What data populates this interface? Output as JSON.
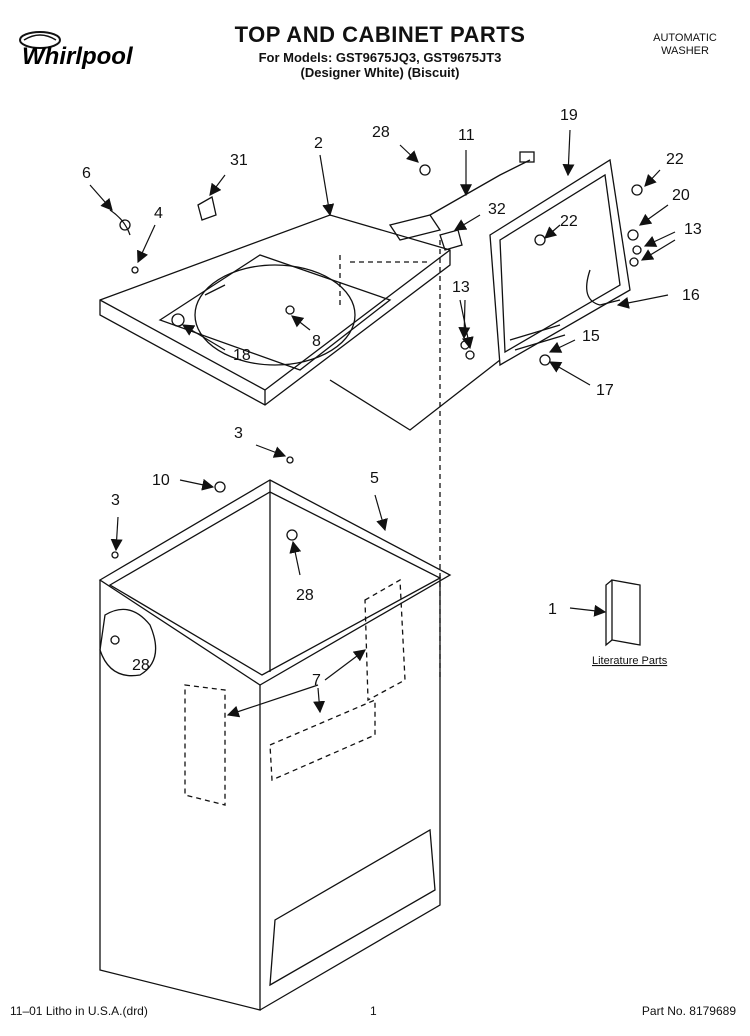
{
  "header": {
    "brand": "Whirlpool",
    "title": "TOP AND CABINET PARTS",
    "models_line": "For Models: GST9675JQ3, GST9675JT3",
    "colors_line": "(Designer White)   (Biscuit)",
    "appliance_line1": "AUTOMATIC",
    "appliance_line2": "WASHER"
  },
  "callouts": {
    "c2": "2",
    "c3a": "3",
    "c3b": "3",
    "c4": "4",
    "c5": "5",
    "c6": "6",
    "c7": "7",
    "c8": "8",
    "c10": "10",
    "c11": "11",
    "c13a": "13",
    "c13b": "13",
    "c15": "15",
    "c16": "16",
    "c17": "17",
    "c18": "18",
    "c19": "19",
    "c20": "20",
    "c22a": "22",
    "c22b": "22",
    "c28a": "28",
    "c28b": "28",
    "c28c": "28",
    "c31": "31",
    "c32": "32",
    "c1": "1"
  },
  "literature_label": "Literature Parts",
  "footer": {
    "left": "11–01 Litho in U.S.A.(drd)",
    "page": "1",
    "part_no": "Part No. 8179689"
  },
  "colors": {
    "line": "#111111",
    "paper": "#ffffff"
  },
  "icons": {
    "brand_logo": "whirlpool-swirl-logo"
  }
}
